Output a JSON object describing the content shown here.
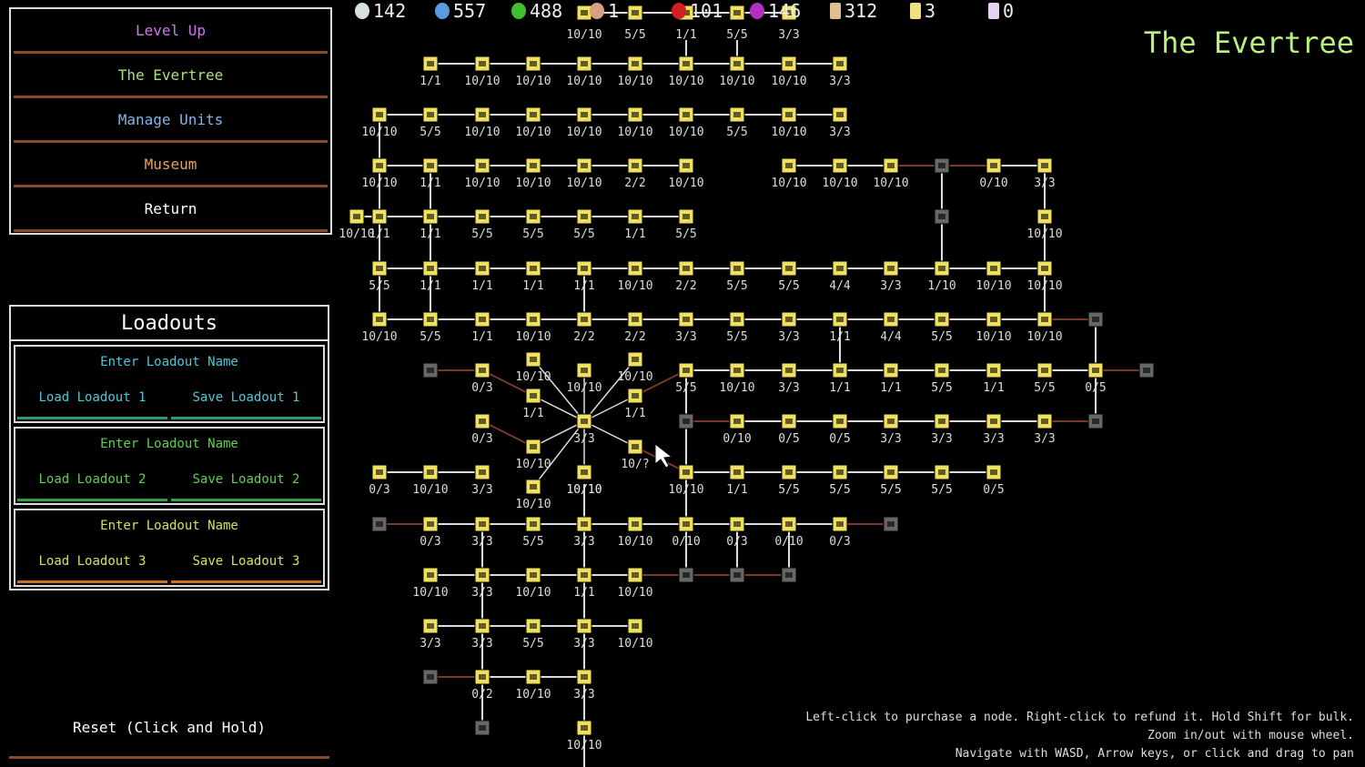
{
  "menu": {
    "items": [
      {
        "label": "Level Up",
        "color": "#d07ae8"
      },
      {
        "label": "The Evertree",
        "color": "#a8e078"
      },
      {
        "label": "Manage Units",
        "color": "#84b4e8"
      },
      {
        "label": "Museum",
        "color": "#e8a060"
      },
      {
        "label": "Return",
        "color": "#ffffff"
      }
    ]
  },
  "resources": [
    {
      "name": "white-orb",
      "value": "142",
      "color": "#d8e0e0"
    },
    {
      "name": "blue-orb",
      "value": "557",
      "color": "#5a9ae0"
    },
    {
      "name": "green-orb",
      "value": "488",
      "color": "#40c030"
    },
    {
      "name": "tan-orb",
      "value": "1",
      "color": "#d8a080"
    },
    {
      "name": "red-orb",
      "value": "101",
      "color": "#d02020"
    },
    {
      "name": "purple-orb",
      "value": "146",
      "color": "#b030c0"
    },
    {
      "name": "scroll",
      "value": "312",
      "color": "#e0c090"
    },
    {
      "name": "crystal-shard",
      "value": "3",
      "color": "#f0e080"
    },
    {
      "name": "prism-crystal",
      "value": "0",
      "color": "#e8d0f0"
    }
  ],
  "page_title": "The Evertree",
  "loadouts": {
    "title": "Loadouts",
    "slots": [
      {
        "placeholder": "Enter Loadout Name",
        "load": "Load Loadout 1",
        "save": "Save Loadout 1",
        "color": "#50c8d8",
        "bar": "#2a9a70"
      },
      {
        "placeholder": "Enter Loadout Name",
        "load": "Load Loadout 2",
        "save": "Save Loadout 2",
        "color": "#60d050",
        "bar": "#30a040"
      },
      {
        "placeholder": "Enter Loadout Name",
        "load": "Load Loadout 3",
        "save": "Save Loadout 3",
        "color": "#d8e060",
        "bar": "#d07020"
      }
    ]
  },
  "reset_label": "Reset (Click and Hold)",
  "help": [
    "Left-click to purchase a node. Right-click to refund it. Hold Shift for bulk.",
    "Zoom in/out with mouse wheel.",
    "Navigate with WASD, Arrow keys, or click and drag to pan"
  ],
  "tree": {
    "rows": [
      [
        "10/10",
        "5/5",
        "1/1",
        "5/5",
        "3/3"
      ],
      [
        "1/1",
        "10/10",
        "10/10",
        "10/10",
        "10/10",
        "10/10",
        "10/10",
        "10/10",
        "3/3"
      ],
      [
        "10/10",
        "5/5",
        "10/10",
        "10/10",
        "10/10",
        "10/10",
        "10/10",
        "5/5",
        "10/10",
        "3/3"
      ],
      [
        "10/10",
        "1/1",
        "10/10",
        "10/10",
        "10/10",
        "2/2",
        "10/10",
        "10/10",
        "10/10",
        "10/10",
        "",
        "0/10",
        "3/3"
      ],
      [
        "10/10",
        "1/1",
        "1/1",
        "5/5",
        "5/5",
        "5/5",
        "1/1",
        "5/5",
        "",
        "10/10"
      ],
      [
        "5/5",
        "1/1",
        "1/1",
        "1/1",
        "1/1",
        "10/10",
        "2/2",
        "5/5",
        "5/5",
        "4/4",
        "3/3",
        "1/10",
        "10/10",
        "10/10"
      ],
      [
        "10/10",
        "5/5",
        "1/1",
        "10/10",
        "2/2",
        "2/2",
        "3/3",
        "5/5",
        "3/3",
        "1/1",
        "4/4",
        "5/5",
        "10/10",
        "10/10",
        ""
      ],
      [
        "",
        "0/3",
        "5/5",
        "10/10",
        "3/3",
        "1/1",
        "1/1",
        "5/5",
        "1/1",
        "5/5",
        "0/5",
        ""
      ],
      [
        "0/3",
        "",
        "0/10",
        "0/5",
        "0/5",
        "3/3",
        "3/3",
        "3/3",
        "3/3",
        ""
      ],
      [
        "0/3",
        "10/10",
        "3/3",
        "10/10",
        "10/10",
        "1/1",
        "5/5",
        "5/5",
        "5/5",
        "5/5",
        "0/5"
      ],
      [
        "",
        "0/3",
        "3/3",
        "5/5",
        "3/3",
        "10/10",
        "0/10",
        "0/3",
        "0/10",
        "0/3",
        ""
      ],
      [
        "10/10",
        "3/3",
        "10/10",
        "1/1",
        "10/10",
        "",
        "",
        ""
      ],
      [
        "3/3",
        "3/3",
        "5/5",
        "3/3",
        "10/10"
      ],
      [
        "",
        "0/2",
        "10/10",
        "3/3"
      ],
      [
        "",
        "10/10"
      ]
    ],
    "hub": [
      "10/10",
      "10/10",
      "10/10",
      "1/1",
      "1/1",
      "3/3",
      "10/10",
      "10/?",
      "10/10",
      "10/10"
    ]
  }
}
